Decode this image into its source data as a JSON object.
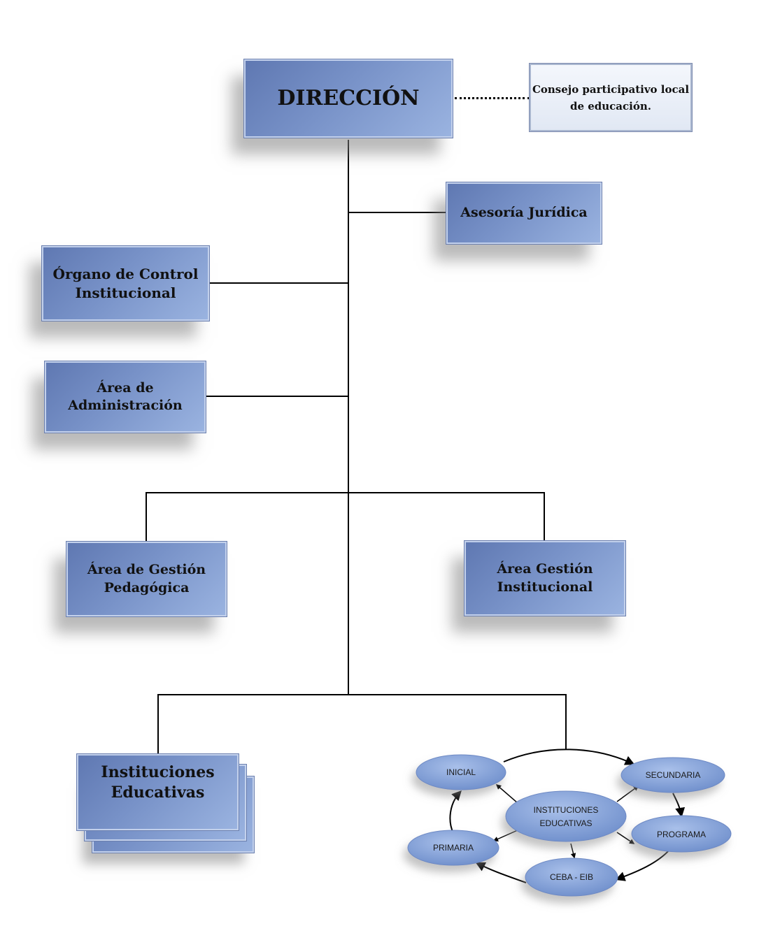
{
  "nodes": {
    "direccion": "DIRECCIÓN",
    "consejo": [
      "Consejo participativo",
      "local de educación."
    ],
    "asesoria": "Asesoría Jurídica",
    "organo_control": [
      "Órgano de Control",
      "Institucional"
    ],
    "administracion": [
      "Área de",
      "Administración"
    ],
    "gestion_pedagogica": [
      "Área de Gestión",
      "Pedagógica"
    ],
    "gestion_institucional": [
      "Área Gestión",
      "Institucional"
    ],
    "instituciones": [
      "Instituciones",
      "Educativas"
    ]
  },
  "cycle": {
    "center": [
      "INSTITUCIONES",
      "EDUCATIVAS"
    ],
    "inicial": "INICIAL",
    "secundaria": "SECUNDARIA",
    "programa": "PROGRAMA",
    "ceba": "CEBA - EIB",
    "primaria": "PRIMARIA"
  },
  "colors": {
    "box_dark": "#5f78b2",
    "box_light": "#9ab3e0",
    "ellipse": "#7f9ed6",
    "line": "#000000"
  }
}
